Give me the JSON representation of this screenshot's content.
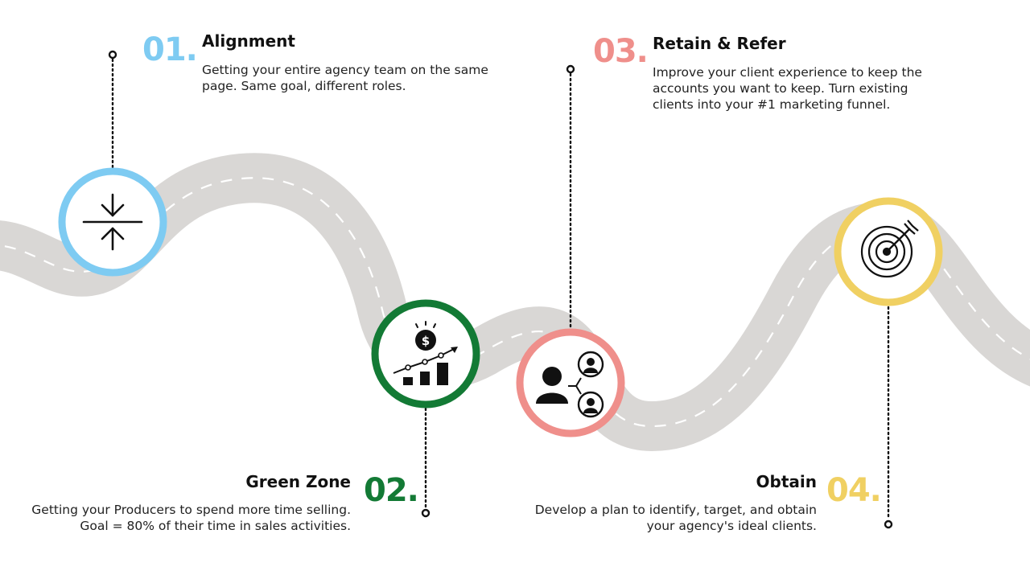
{
  "colors": {
    "road": "#d9d7d5",
    "road_dash": "#ffffff",
    "step1": "#7ecbf2",
    "step2": "#137a35",
    "step3": "#ef8f8b",
    "step4": "#f0d062",
    "connector": "#111111"
  },
  "steps": [
    {
      "number": "01.",
      "title": "Alignment",
      "description": [
        "Getting your entire agency team on the same",
        "page. Same goal, different roles."
      ],
      "icon": "compress-arrows-icon"
    },
    {
      "number": "02.",
      "title": "Green Zone",
      "description": [
        "Getting your Producers to spend more time selling.",
        "Goal = 80%  of their time in sales activities."
      ],
      "icon": "sales-growth-chart-icon"
    },
    {
      "number": "03.",
      "title": "Retain & Refer",
      "description": [
        "Improve your client experience to keep the",
        "accounts you want to keep. Turn existing",
        "clients into your #1 marketing funnel."
      ],
      "icon": "referral-network-icon"
    },
    {
      "number": "04.",
      "title": "Obtain",
      "description": [
        "Develop a plan to identify, target, and obtain",
        "your agency's ideal clients."
      ],
      "icon": "target-arrow-icon"
    }
  ]
}
